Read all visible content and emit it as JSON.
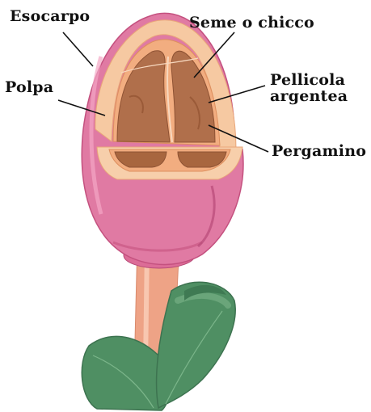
{
  "diagram": {
    "labels": {
      "esocarpo": "Esocarpo",
      "seme": "Seme o chicco",
      "polpa": "Polpa",
      "pellicola_line1": "Pellicola",
      "pellicola_line2": "argentea",
      "pergamino": "Pergamino"
    }
  },
  "colors": {
    "exocarp": "#e07aa3",
    "exocarp_dark": "#c4517f",
    "pulp": "#f6c9a2",
    "parchment": "#f2ad80",
    "seed": "#b06f4b",
    "seed_dark": "#8e5233",
    "stem": "#f0a98a",
    "leaf": "#4f8f63",
    "leaf_light": "#6aa57a",
    "leader_line": "#111111"
  }
}
